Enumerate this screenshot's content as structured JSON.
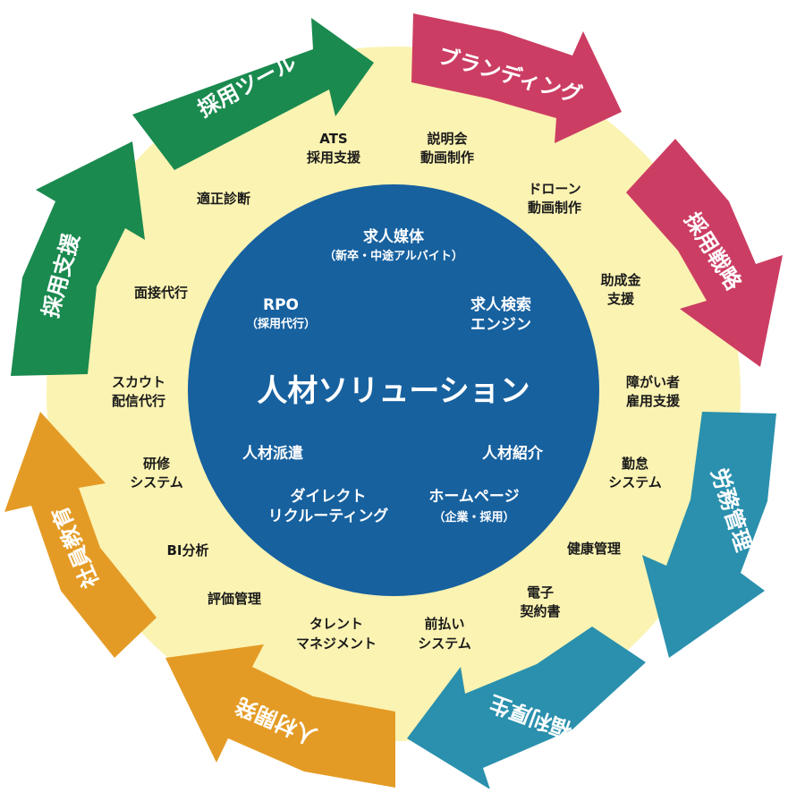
{
  "colors": {
    "ring": "#fbf3b2",
    "center": "#17619f",
    "white": "#ffffff"
  },
  "center": {
    "title": "人材ソリューション"
  },
  "inner_labels": [
    {
      "id": "kyujin-baitai",
      "main": "求人媒体",
      "sub": "（新卒・中途アルバイト）"
    },
    {
      "id": "rpo",
      "main": "RPO",
      "sub": "（採用代行）"
    },
    {
      "id": "search-engine",
      "main": "求人検索",
      "sub": "エンジン"
    },
    {
      "id": "haken",
      "main": "人材派遣",
      "sub": ""
    },
    {
      "id": "shokai",
      "main": "人材紹介",
      "sub": ""
    },
    {
      "id": "direct",
      "main": "ダイレクト",
      "sub": "リクルーティング"
    },
    {
      "id": "homepage",
      "main": "ホームページ",
      "sub": "（企業・採用）"
    }
  ],
  "ring_labels": [
    {
      "id": "ats",
      "lines": [
        "ATS",
        "採用支援"
      ]
    },
    {
      "id": "setsumeikai",
      "lines": [
        "説明会",
        "動画制作"
      ]
    },
    {
      "id": "drone",
      "lines": [
        "ドローン",
        "動画制作"
      ]
    },
    {
      "id": "joseikin",
      "lines": [
        "助成金",
        "支援"
      ]
    },
    {
      "id": "shogai",
      "lines": [
        "障がい者",
        "雇用支援"
      ]
    },
    {
      "id": "kintai",
      "lines": [
        "勤怠",
        "システム"
      ]
    },
    {
      "id": "kenko",
      "lines": [
        "健康管理"
      ]
    },
    {
      "id": "denshi",
      "lines": [
        "電子",
        "契約書"
      ]
    },
    {
      "id": "maebarai",
      "lines": [
        "前払い",
        "システム"
      ]
    },
    {
      "id": "talent",
      "lines": [
        "タレント",
        "マネジメント"
      ]
    },
    {
      "id": "hyoka",
      "lines": [
        "評価管理"
      ]
    },
    {
      "id": "bi",
      "lines": [
        "BI分析"
      ]
    },
    {
      "id": "kenshu",
      "lines": [
        "研修",
        "システム"
      ]
    },
    {
      "id": "scout",
      "lines": [
        "スカウト",
        "配信代行"
      ]
    },
    {
      "id": "mensetsu",
      "lines": [
        "面接代行"
      ]
    },
    {
      "id": "tekisei",
      "lines": [
        "適正診断"
      ]
    }
  ],
  "arrows": [
    {
      "id": "saiyo-tool",
      "label": "採用ツール",
      "color": "#1a8a4f"
    },
    {
      "id": "branding",
      "label": "ブランディング",
      "color": "#cc3d63"
    },
    {
      "id": "saiyo-senryaku",
      "label": "採用戦略",
      "color": "#cc3d63"
    },
    {
      "id": "romu-kanri",
      "label": "労務管理",
      "color": "#2a90ad"
    },
    {
      "id": "fukuri-kosei",
      "label": "福利厚生",
      "color": "#2a90ad"
    },
    {
      "id": "jinzai-kaihatsu",
      "label": "人材開発",
      "color": "#e49b25"
    },
    {
      "id": "shain-kyoiku",
      "label": "社員教育",
      "color": "#e49b25"
    },
    {
      "id": "saiyo-shien",
      "label": "採用支援",
      "color": "#1a8a4f"
    }
  ]
}
